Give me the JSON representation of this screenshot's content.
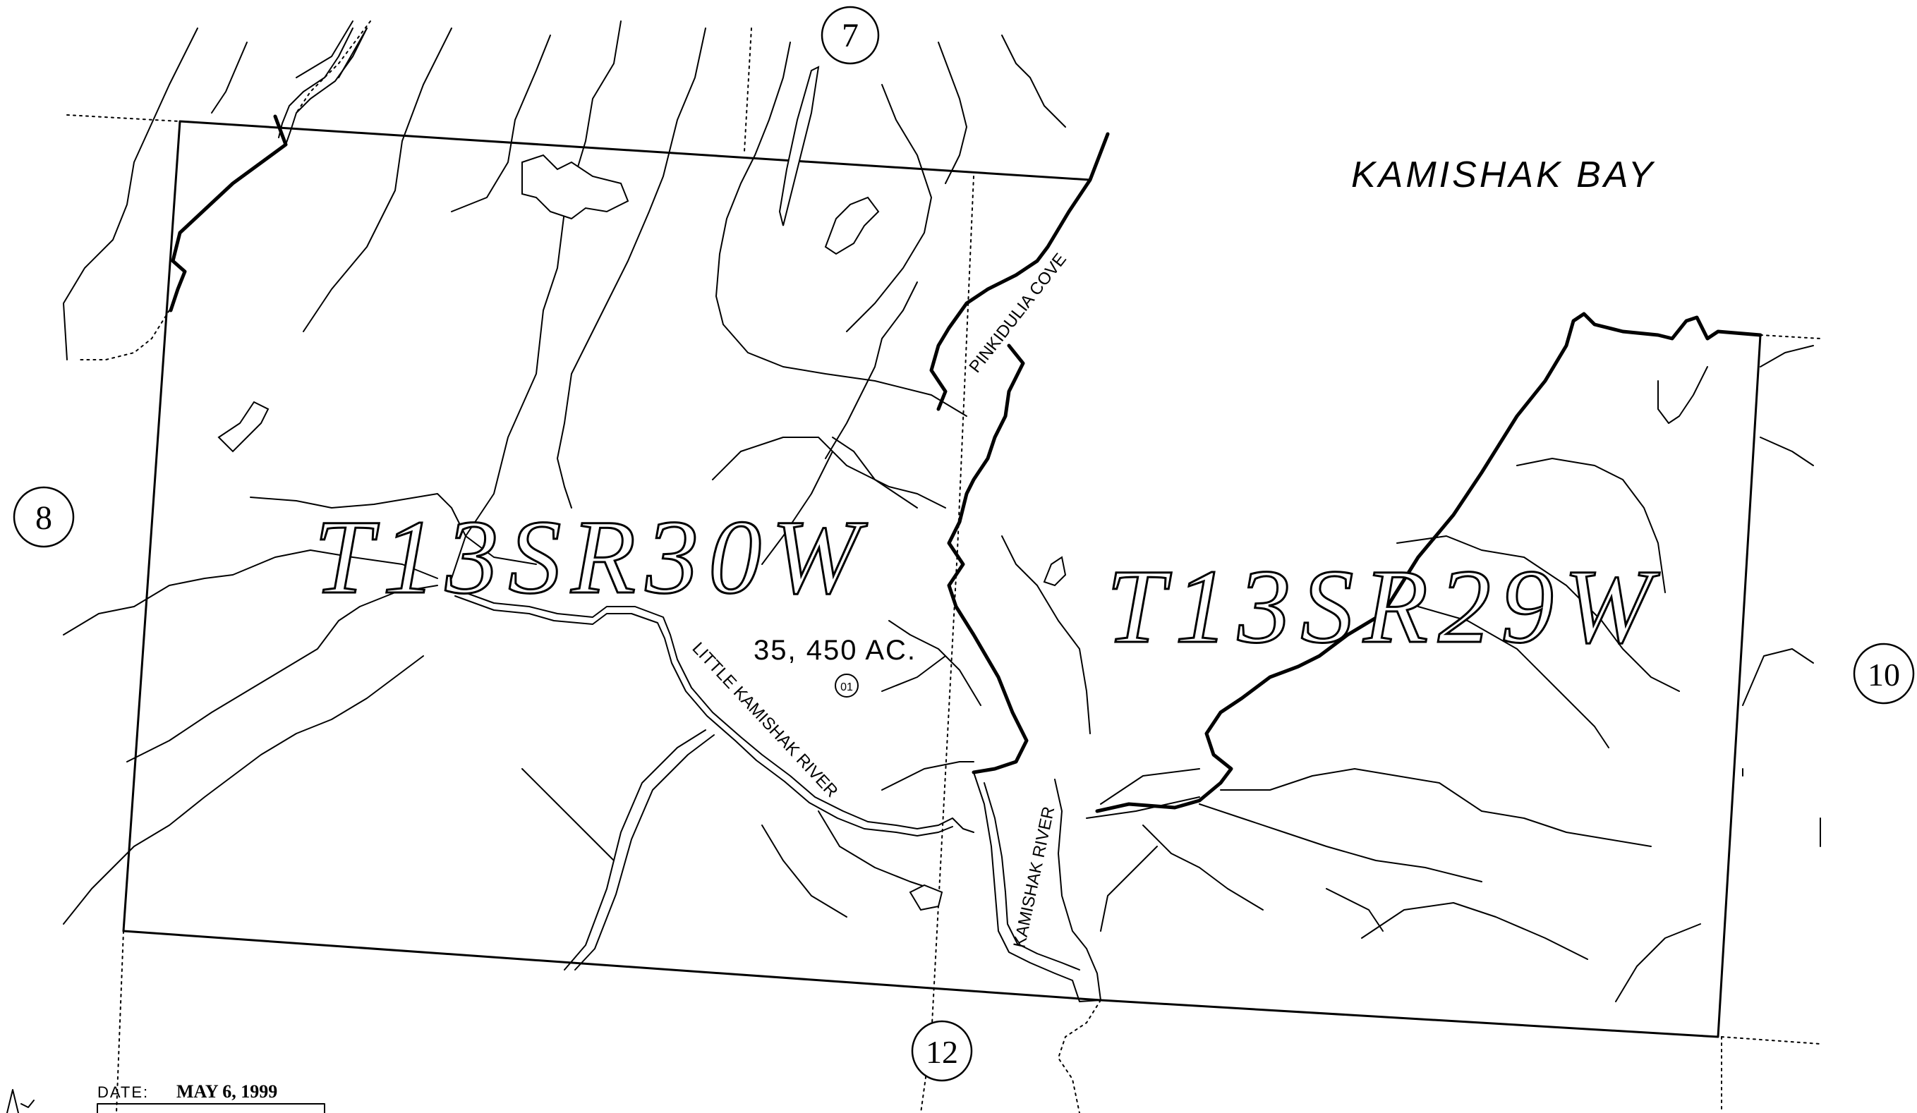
{
  "labels": {
    "bay": "KAMISHAK BAY",
    "cove": "PINKIDULIA COVE",
    "little_river": "LITTLE KAMISHAK RIVER",
    "river": "KAMISHAK RIVER",
    "township_west": "T13SR30W",
    "township_east": "T13SR29W",
    "acreage": "35, 450  AC.",
    "parcel": "01"
  },
  "section_markers": [
    "7",
    "8",
    "10",
    "12"
  ],
  "date_block": {
    "label": "DATE:",
    "value": "MAY 6, 1999"
  },
  "colors": {
    "ink": "#000000",
    "paper": "#ffffff"
  }
}
